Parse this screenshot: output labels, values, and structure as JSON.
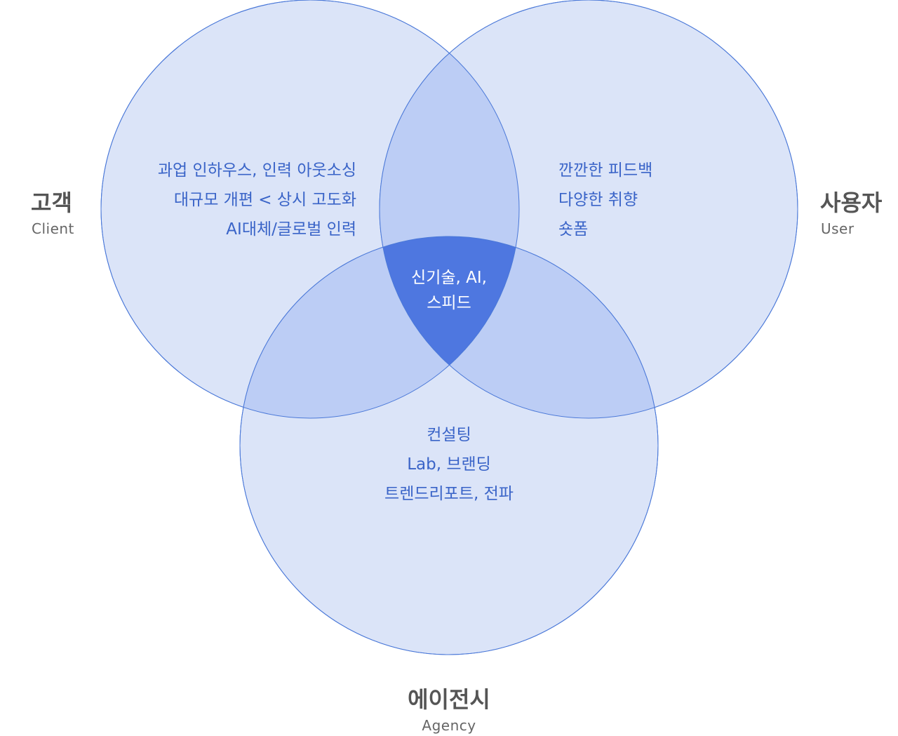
{
  "groups": {
    "client": {
      "title": "고객",
      "subtitle": "Client"
    },
    "user": {
      "title": "사용자",
      "subtitle": "User"
    },
    "agency": {
      "title": "에이전시",
      "subtitle": "Agency"
    }
  },
  "regions": {
    "client_only": [
      "과업 인하우스, 인력 아웃소싱",
      "대규모 개편 < 상시 고도화",
      "AI대체/글로벌 인력"
    ],
    "user_only": [
      "깐깐한 피드백",
      "다양한 취향",
      "숏폼"
    ],
    "agency_only": [
      "컨설팅",
      "Lab, 브랜딩",
      "트렌드리포트, 전파"
    ],
    "center": [
      "신기술, AI,",
      "스피드"
    ]
  },
  "colors": {
    "circle_fill": "#dbe4f8",
    "overlap_fill": "#bccdf5",
    "center_fill": "#4e77e0",
    "stroke": "#4a78d8",
    "text": "#3a64c8"
  }
}
